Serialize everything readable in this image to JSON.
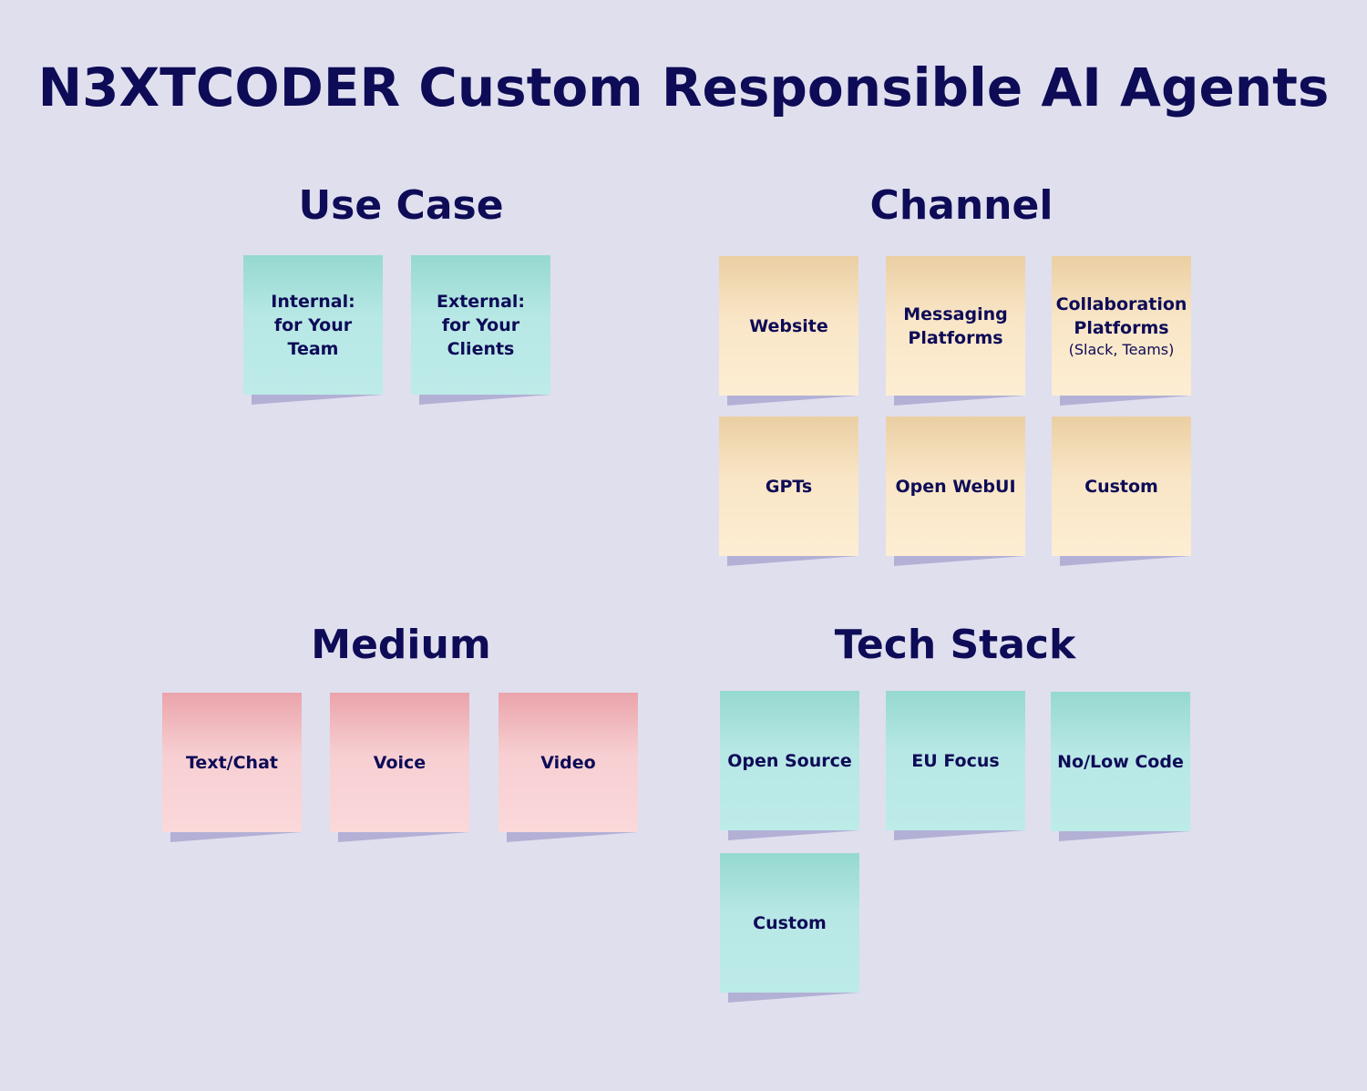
{
  "title": "N3XTCODER Custom Responsible AI Agents",
  "sections": {
    "use_case": {
      "heading": "Use Case",
      "notes": [
        "Internal:\nfor Your\nTeam",
        "External:\nfor Your\nClients"
      ]
    },
    "channel": {
      "heading": "Channel",
      "notes": [
        "Website",
        "Messaging\nPlatforms",
        "Collaboration\nPlatforms",
        "GPTs",
        "Open WebUI",
        "Custom"
      ],
      "collab_sub": "(Slack, Teams)"
    },
    "medium": {
      "heading": "Medium",
      "notes": [
        "Text/Chat",
        "Voice",
        "Video"
      ]
    },
    "tech_stack": {
      "heading": "Tech Stack",
      "notes": [
        "Open Source",
        "EU Focus",
        "No/Low Code",
        "Custom"
      ]
    }
  },
  "colors": {
    "background": "#e0dfee",
    "text": "#0e0b57",
    "teal": "#b8e8e6",
    "tan": "#fdedd2",
    "pink": "#fbd8da"
  }
}
